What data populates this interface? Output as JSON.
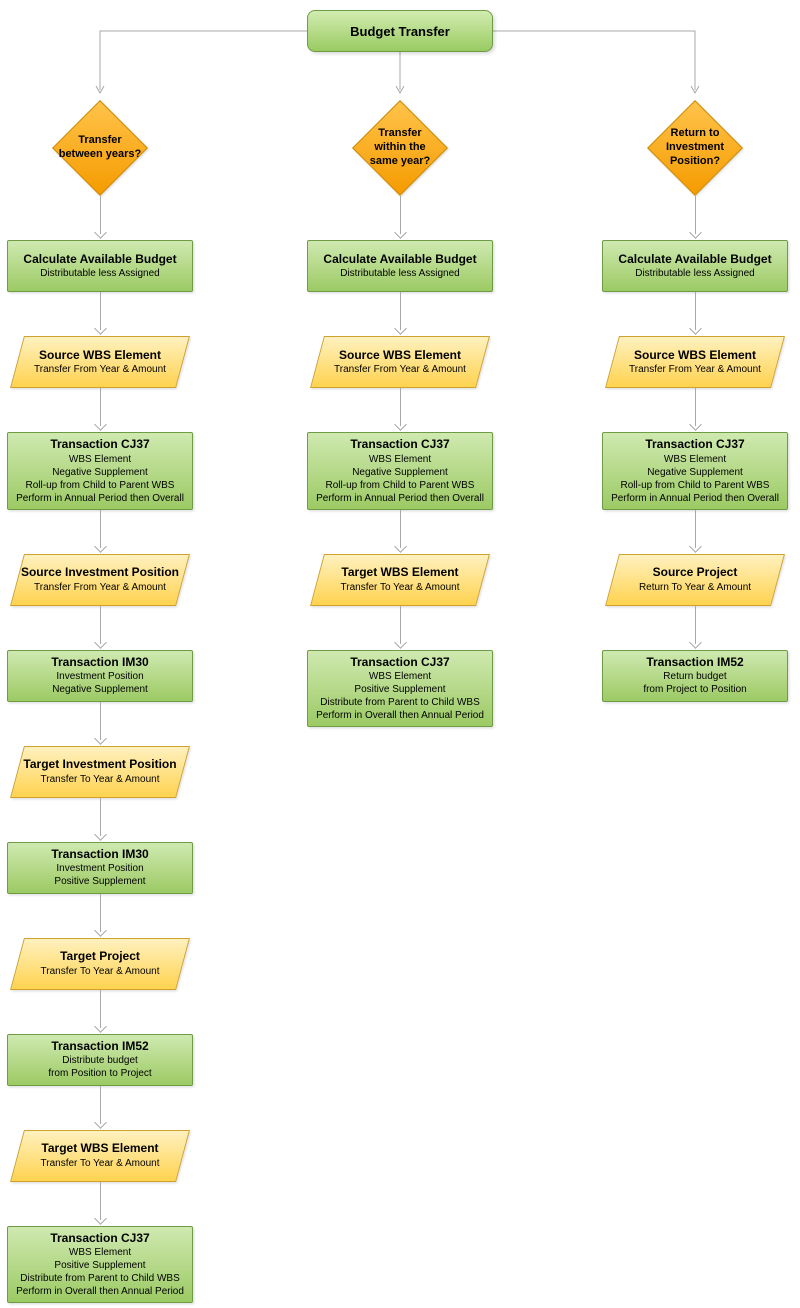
{
  "root": {
    "label": "Budget Transfer"
  },
  "palette": {
    "process_fill_top": "#cfe9b0",
    "process_fill_bottom": "#9cca64",
    "process_border": "#6d9c45",
    "decision_fill_top": "#ffc34a",
    "decision_fill_bottom": "#f59b00",
    "decision_border": "#cf8c00",
    "data_fill_top": "#fff1bf",
    "data_fill_bottom": "#ffd34f",
    "data_border": "#cfa230",
    "connector": "#a8a8a8"
  },
  "columns": [
    {
      "decision": "Transfer\nbetween years?",
      "nodes": [
        {
          "type": "process",
          "title": "Calculate Available Budget",
          "body": "Distributable less Assigned"
        },
        {
          "type": "data",
          "title": "Source WBS Element",
          "body": "Transfer From Year & Amount"
        },
        {
          "type": "process",
          "title": "Transaction CJ37",
          "body": "WBS Element\nNegative Supplement\nRoll-up from Child to Parent WBS\nPerform in Annual Period then Overall"
        },
        {
          "type": "data",
          "title": "Source Investment Position",
          "body": "Transfer From Year & Amount"
        },
        {
          "type": "process",
          "title": "Transaction IM30",
          "body": "Investment Position\nNegative Supplement"
        },
        {
          "type": "data",
          "title": "Target Investment Position",
          "body": "Transfer To Year & Amount"
        },
        {
          "type": "process",
          "title": "Transaction IM30",
          "body": "Investment Position\nPositive Supplement"
        },
        {
          "type": "data",
          "title": "Target Project",
          "body": "Transfer To Year & Amount"
        },
        {
          "type": "process",
          "title": "Transaction IM52",
          "body": "Distribute budget\nfrom Position to Project"
        },
        {
          "type": "data",
          "title": "Target WBS Element",
          "body": "Transfer To Year & Amount"
        },
        {
          "type": "process",
          "title": "Transaction CJ37",
          "body": "WBS Element\nPositive Supplement\nDistribute from Parent to Child WBS\nPerform in Overall then Annual Period"
        }
      ]
    },
    {
      "decision": "Transfer\nwithin the\nsame year?",
      "nodes": [
        {
          "type": "process",
          "title": "Calculate Available Budget",
          "body": "Distributable less Assigned"
        },
        {
          "type": "data",
          "title": "Source WBS Element",
          "body": "Transfer From Year & Amount"
        },
        {
          "type": "process",
          "title": "Transaction CJ37",
          "body": "WBS Element\nNegative Supplement\nRoll-up from Child to Parent WBS\nPerform in Annual Period then Overall"
        },
        {
          "type": "data",
          "title": "Target WBS Element",
          "body": "Transfer To Year & Amount"
        },
        {
          "type": "process",
          "title": "Transaction CJ37",
          "body": "WBS Element\nPositive Supplement\nDistribute from Parent to Child WBS\nPerform in Overall then Annual Period"
        }
      ]
    },
    {
      "decision": "Return to\nInvestment\nPosition?",
      "nodes": [
        {
          "type": "process",
          "title": "Calculate Available Budget",
          "body": "Distributable less Assigned"
        },
        {
          "type": "data",
          "title": "Source WBS Element",
          "body": "Transfer From Year & Amount"
        },
        {
          "type": "process",
          "title": "Transaction CJ37",
          "body": "WBS Element\nNegative Supplement\nRoll-up from Child to Parent WBS\nPerform in Annual Period then Overall"
        },
        {
          "type": "data",
          "title": "Source Project",
          "body": "Return To Year & Amount"
        },
        {
          "type": "process",
          "title": "Transaction IM52",
          "body": "Return budget\nfrom Project to Position"
        }
      ]
    }
  ]
}
